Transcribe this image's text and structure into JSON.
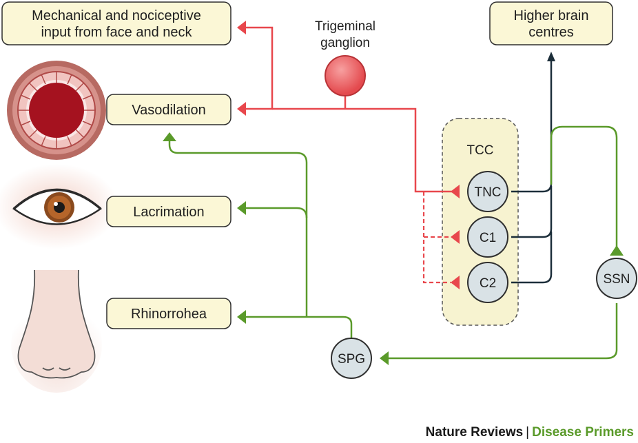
{
  "labels": {
    "mech_input_line1": "Mechanical and nociceptive",
    "mech_input_line2": "input from face and neck",
    "higher_line1": "Higher brain",
    "higher_line2": "centres",
    "trigeminal_line1": "Trigeminal",
    "trigeminal_line2": "ganglion",
    "vasodilation": "Vasodilation",
    "lacrimation": "Lacrimation",
    "rhinorrhoea": "Rhinorrohea",
    "tcc": "TCC",
    "tnc": "TNC",
    "c1": "C1",
    "c2": "C2",
    "ssn": "SSN",
    "spg": "SPG"
  },
  "credit": {
    "journal": "Nature Reviews",
    "separator": "|",
    "series": "Disease Primers"
  },
  "colors": {
    "sensory": "#e8474c",
    "parasympathetic": "#5a9a2a",
    "ascending": "#1c2e3a",
    "box_fill": "#fbf7d6",
    "node_fill": "#d9e2e6",
    "tcc_fill": "#f7f3d0"
  }
}
